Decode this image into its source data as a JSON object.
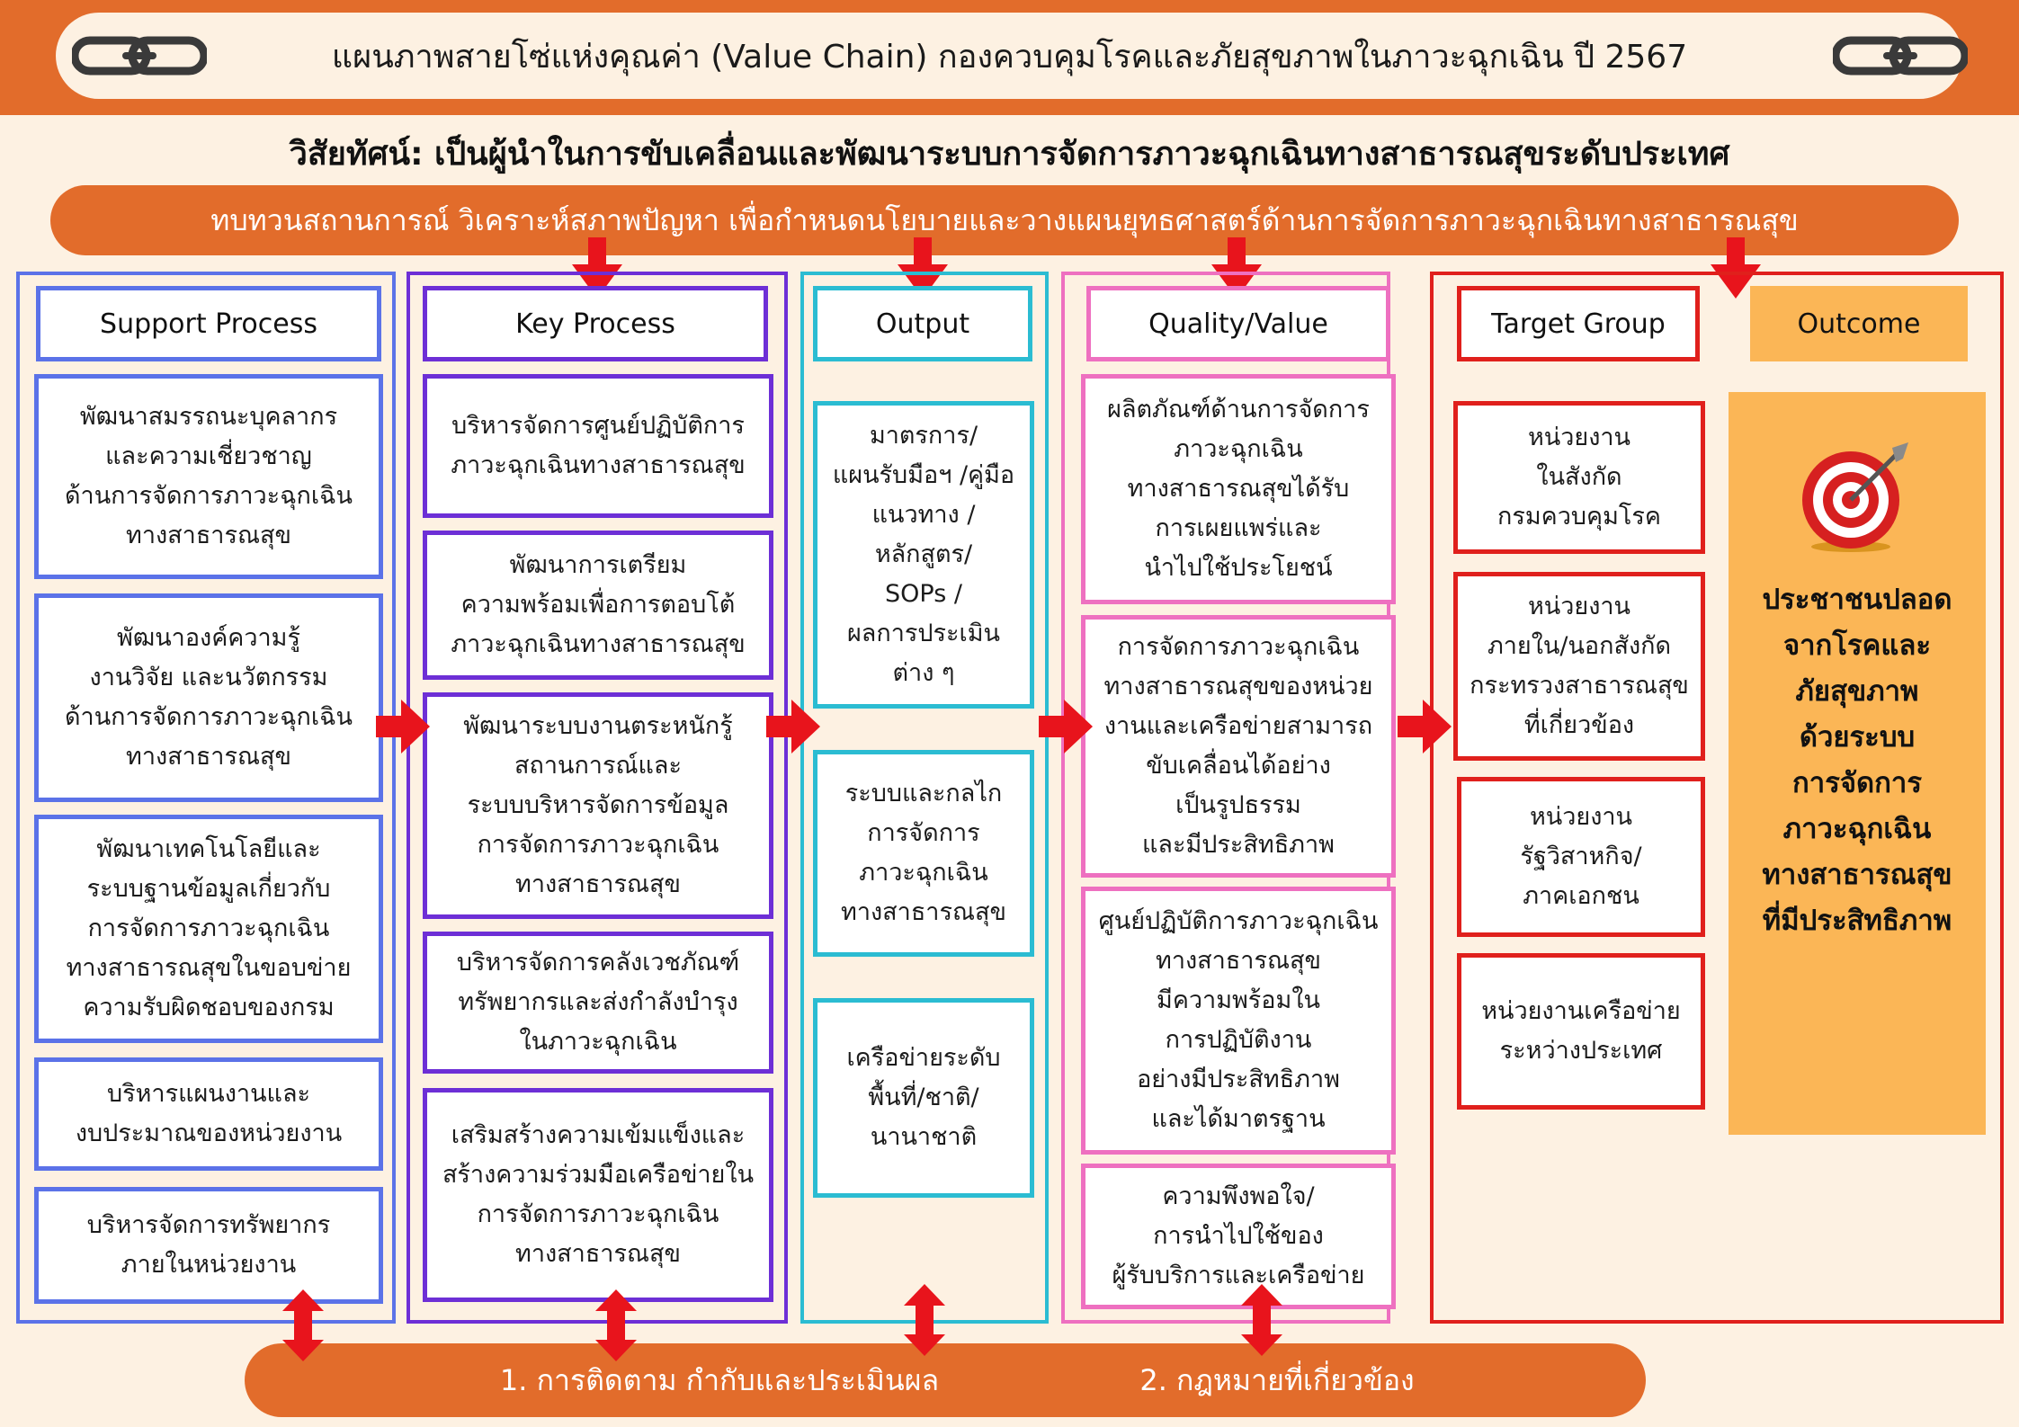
{
  "title": "แผนภาพสายโซ่แห่งคุณค่า (Value Chain) กองควบคุมโรคและภัยสุขภาพในภาวะฉุกเฉิน ปี 2567",
  "vision": "วิสัยทัศน์: เป็นผู้นำในการขับเคลื่อนและพัฒนาระบบการจัดการภาวะฉุกเฉินทางสาธารณสุขระดับประเทศ",
  "top_banner": "ทบทวนสถานการณ์ วิเคราะห์สภาพปัญหา เพื่อกำหนดนโยบายและวางแผนยุทธศาสตร์ด้านการจัดการภาวะฉุกเฉินทางสาธารณสุข",
  "bottom_banner": {
    "item1": "1. การติดตาม กำกับและประเมินผล",
    "item2": "2. กฎหมายที่เกี่ยวข้อง"
  },
  "icons": {
    "chain": "chain-link-icon",
    "target": "target-bullseye-icon",
    "arrow": "red-arrow-icon"
  },
  "colors": {
    "brand_orange": "#e26c2b",
    "background": "#fdf1e2",
    "support_blue": "#5b72e8",
    "key_purple": "#6d2fd6",
    "output_cyan": "#2bbcd2",
    "quality_pink": "#ee70c0",
    "target_red": "#e0201c",
    "outcome_orange": "#fbb656",
    "arrow_red": "#e8141c"
  },
  "support": {
    "title": "Support Process",
    "items": [
      "พัฒนาสมรรถนะบุคลากร\nและความเชี่ยวชาญ\nด้านการจัดการภาวะฉุกเฉิน\nทางสาธารณสุข",
      "พัฒนาองค์ความรู้\nงานวิจัย และนวัตกรรม\nด้านการจัดการภาวะฉุกเฉิน\nทางสาธารณสุข",
      "พัฒนาเทคโนโลยีและ\nระบบฐานข้อมูลเกี่ยวกับ\nการจัดการภาวะฉุกเฉิน\nทางสาธารณสุขในขอบข่าย\nความรับผิดชอบของกรม",
      "บริหารแผนงานและ\nงบประมาณของหน่วยงาน",
      "บริหารจัดการทรัพยากร\nภายในหน่วยงาน"
    ]
  },
  "key": {
    "title": "Key Process",
    "items": [
      "บริหารจัดการศูนย์ปฏิบัติการ\nภาวะฉุกเฉินทางสาธารณสุข",
      "พัฒนาการเตรียม\nความพร้อมเพื่อการตอบโต้\nภาวะฉุกเฉินทางสาธารณสุข",
      "พัฒนาระบบงานตระหนักรู้\nสถานการณ์และ\nระบบบริหารจัดการข้อมูล\nการจัดการภาวะฉุกเฉิน\nทางสาธารณสุข",
      "บริหารจัดการคลังเวชภัณฑ์\nทรัพยากรและส่งกำลังบำรุง\nในภาวะฉุกเฉิน",
      "เสริมสร้างความเข้มแข็งและ\nสร้างความร่วมมือเครือข่ายใน\nการจัดการภาวะฉุกเฉิน\nทางสาธารณสุข"
    ]
  },
  "output": {
    "title": "Output",
    "items": [
      "มาตรการ/\nแผนรับมือฯ /คู่มือ\nแนวทาง /\nหลักสูตร/\nSOPs /\nผลการประเมิน\nต่าง ๆ",
      "ระบบและกลไก\nการจัดการ\nภาวะฉุกเฉิน\nทางสาธารณสุข",
      "เครือข่ายระดับ\nพื้นที่/ชาติ/\nนานาชาติ"
    ]
  },
  "quality": {
    "title": "Quality/Value",
    "items": [
      "ผลิตภัณฑ์ด้านการจัดการ\nภาวะฉุกเฉิน\nทางสาธารณสุขได้รับ\nการเผยแพร่และ\nนำไปใช้ประโยชน์",
      "การจัดการภาวะฉุกเฉิน\nทางสาธารณสุขของหน่วย\nงานและเครือข่ายสามารถ\nขับเคลื่อนได้อย่าง\nเป็นรูปธรรม\nและมีประสิทธิภาพ",
      "ศูนย์ปฏิบัติการภาวะฉุกเฉิน\nทางสาธารณสุข\nมีความพร้อมใน\nการปฏิบัติงาน\nอย่างมีประสิทธิภาพ\nและได้มาตรฐาน",
      "ความพึงพอใจ/\nการนำไปใช้ของ\nผู้รับบริการและเครือข่าย"
    ]
  },
  "target": {
    "title": "Target Group",
    "items": [
      "หน่วยงาน\nในสังกัด\nกรมควบคุมโรค",
      "หน่วยงาน\nภายใน/นอกสังกัด\nกระทรวงสาธารณสุข\nที่เกี่ยวข้อง",
      "หน่วยงาน\nรัฐวิสาหกิจ/\nภาคเอกชน",
      "หน่วยงานเครือข่าย\nระหว่างประเทศ"
    ]
  },
  "outcome": {
    "title": "Outcome",
    "text": "ประชาชนปลอด\nจากโรคและ\nภัยสุขภาพ\nด้วยระบบ\nการจัดการ\nภาวะฉุกเฉิน\nทางสาธารณสุข\nที่มีประสิทธิภาพ"
  }
}
